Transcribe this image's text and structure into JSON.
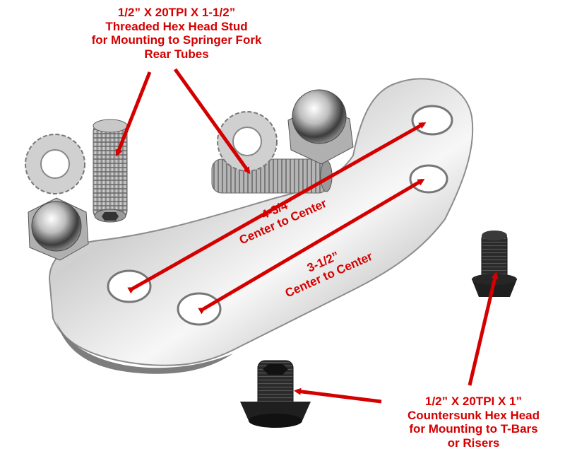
{
  "callouts": {
    "stud": {
      "line1": "1/2” X 20TPI X 1-1/2”",
      "line2": "Threaded Hex Head Stud",
      "line3": "for Mounting to Springer Fork",
      "line4": "Rear Tubes"
    },
    "bolt": {
      "line1": "1/2” X 20TPI X 1”",
      "line2": "Countersunk Hex Head",
      "line3": "for Mounting to T-Bars",
      "line4": "or Risers"
    }
  },
  "dimensions": {
    "long": {
      "value": "4-3/4”",
      "label": "Center to Center"
    },
    "short": {
      "value": "3-1/2”",
      "label": "Center to Center"
    }
  },
  "colors": {
    "annotation": "#d40000",
    "background": "#ffffff",
    "chrome": "#c9c9c9",
    "black_bolt": "#1a1a1a"
  }
}
